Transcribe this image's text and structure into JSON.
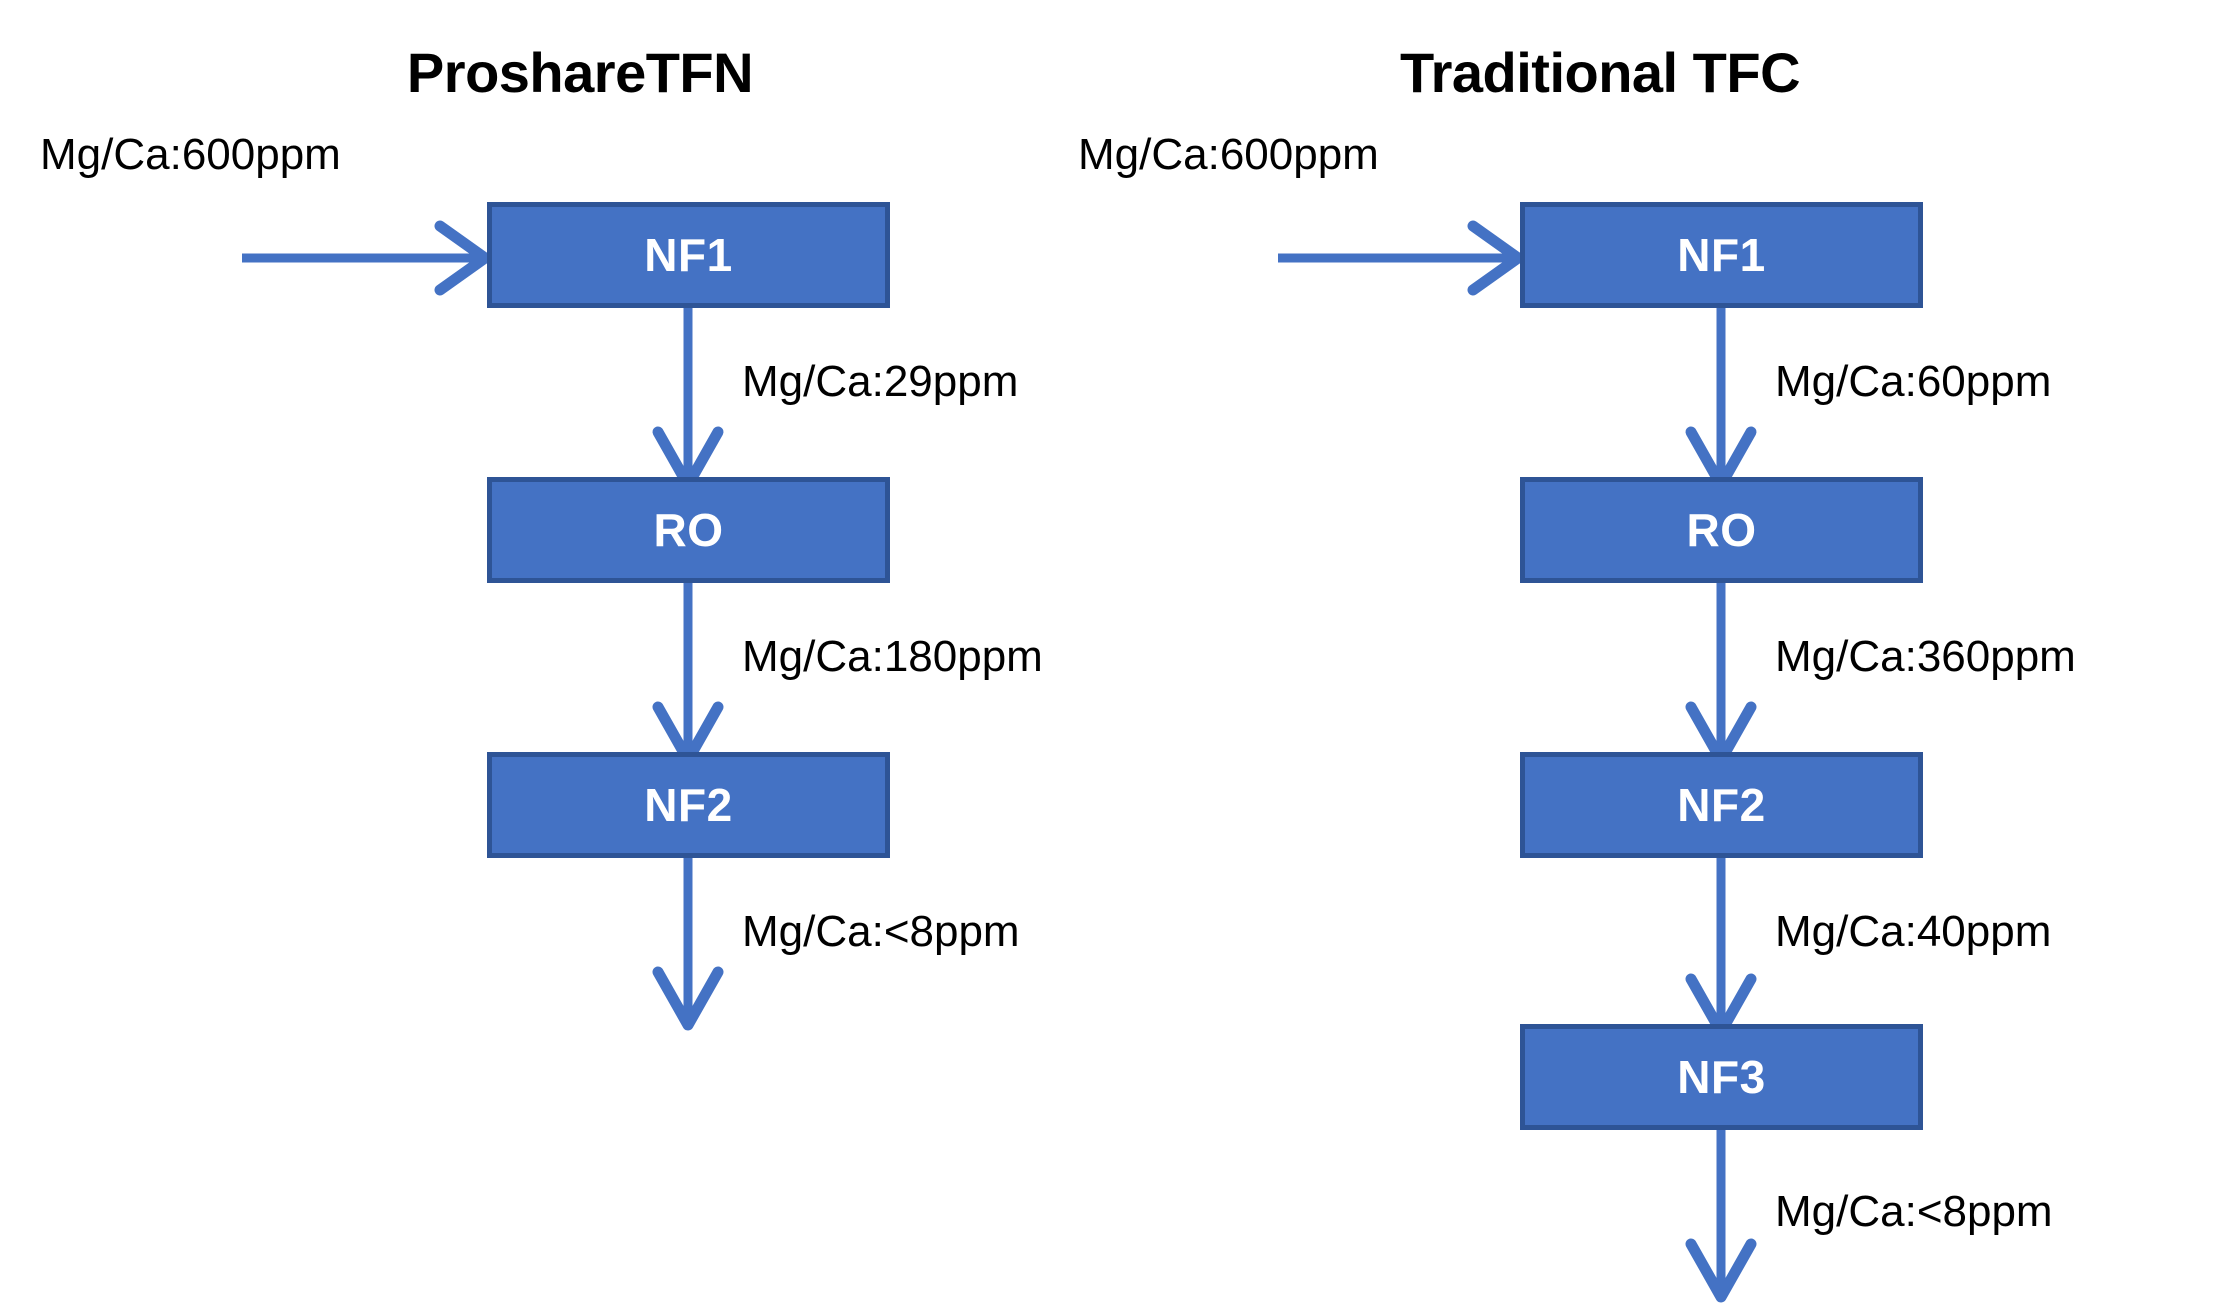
{
  "figure": {
    "background_color": "#FFFFFF",
    "node_fill_color": "#4472C4",
    "node_border_color": "#2E5496",
    "node_text_color": "#FFFFFF",
    "arrow_color": "#4472C4",
    "label_text_color": "#000000"
  },
  "columns": [
    {
      "id": "proshare",
      "title": "ProshareTFN",
      "feed_label": "Mg/Ca:600ppm",
      "nodes": [
        {
          "id": "nf1",
          "label": "NF1"
        },
        {
          "id": "ro",
          "label": "RO"
        },
        {
          "id": "nf2",
          "label": "NF2"
        }
      ],
      "edges": [
        {
          "from": "nf1",
          "to": "ro",
          "label": "Mg/Ca:29ppm"
        },
        {
          "from": "ro",
          "to": "nf2",
          "label": "Mg/Ca:180ppm"
        },
        {
          "from": "nf2",
          "to": "out",
          "label": "Mg/Ca:<8ppm"
        }
      ]
    },
    {
      "id": "traditional",
      "title": "Traditional TFC",
      "feed_label": "Mg/Ca:600ppm",
      "nodes": [
        {
          "id": "nf1",
          "label": "NF1"
        },
        {
          "id": "ro",
          "label": "RO"
        },
        {
          "id": "nf2",
          "label": "NF2"
        },
        {
          "id": "nf3",
          "label": "NF3"
        }
      ],
      "edges": [
        {
          "from": "nf1",
          "to": "ro",
          "label": "Mg/Ca:60ppm"
        },
        {
          "from": "ro",
          "to": "nf2",
          "label": "Mg/Ca:360ppm"
        },
        {
          "from": "nf2",
          "to": "nf3",
          "label": "Mg/Ca:40ppm"
        },
        {
          "from": "nf3",
          "to": "out",
          "label": "Mg/Ca:<8ppm"
        }
      ]
    }
  ]
}
